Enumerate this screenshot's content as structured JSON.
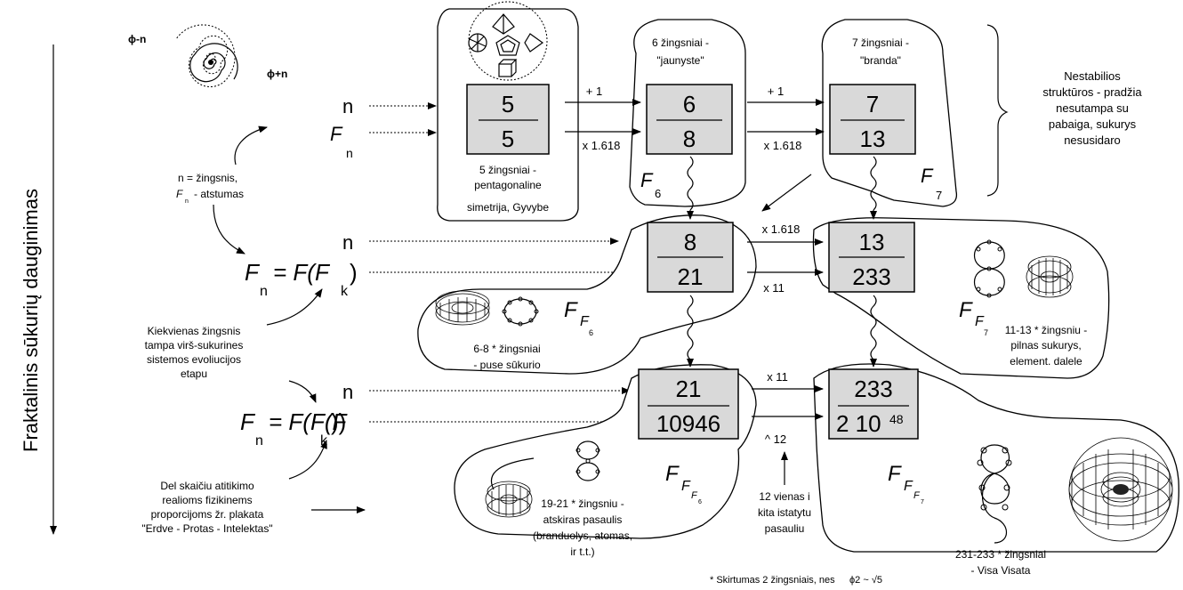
{
  "vertical_label": "Fraktalinis sūkurių dauginimas",
  "spiral": {
    "phi_minus": "ϕ-n",
    "phi_plus": "ϕ+n"
  },
  "rows": {
    "r1": {
      "n": "n",
      "F": "F",
      "sub": "n"
    },
    "r2": {
      "n": "n",
      "F1": "F",
      "sub1": "n",
      "eq": "= F(F",
      "sub2": "k",
      "close": ")"
    },
    "r3": {
      "n": "n",
      "F1": "F",
      "sub1": "n",
      "eq": "= F(F(F",
      "sub2": "k",
      "close": "))"
    }
  },
  "notes": {
    "legend": [
      "n = žingsnis,",
      "- atstumas"
    ],
    "legend_F": "F",
    "legend_F_sub": "n",
    "evolution": [
      "Kiekvienas žingsnis",
      "tampa virš-sukurines",
      "sistemos evoliucijos",
      "etapu"
    ],
    "physics": [
      "Del skaičiu atitikimo",
      "realioms fizikinems",
      "proporcijoms žr. plakata",
      "\"Erdve - Protas - Intelektas\""
    ]
  },
  "boxes": {
    "b5": {
      "top": "5",
      "bottom": "5"
    },
    "b6": {
      "top": "6",
      "bottom": "8"
    },
    "b7": {
      "top": "7",
      "bottom": "13"
    },
    "b8": {
      "top": "8",
      "bottom": "21"
    },
    "b13": {
      "top": "13",
      "bottom": "233"
    },
    "b21": {
      "top": "21",
      "bottom": "10946"
    },
    "b233": {
      "top": "233",
      "bottom_base": "2 10",
      "bottom_exp": "48"
    }
  },
  "labels": {
    "step5": [
      "5 žingsniai -",
      "pentagonaline",
      "simetrija, Gyvybe"
    ],
    "step6": [
      "6 žingsniai -",
      "\"jaunyste\""
    ],
    "step7": [
      "7 žingsniai -",
      "\"branda\""
    ],
    "unstable": [
      "Nestabilios",
      "struktūros - pradžia",
      "nesutampa su",
      "pabaiga, sukurys",
      "nesusidaro"
    ],
    "half": [
      "6-8 * žingsniai",
      "- puse sūkurio"
    ],
    "full": [
      "11-13 * žingsniu -",
      "pilnas sukurys,",
      "element. dalele"
    ],
    "world": [
      "19-21 * žingsniu -",
      "atskiras pasaulis",
      "(branduolys, atomas,",
      "ir t.t.)"
    ],
    "universe": [
      "231-233 * žingsniai",
      "- Visa Visata"
    ],
    "nested": [
      "12 vienas i",
      "kita istatytu",
      "pasauliu"
    ],
    "footnote": "* Skirtumas 2 žingsniais, nes",
    "footnote_formula": "ϕ2 ~ √5"
  },
  "ops": {
    "plus1_a": "+ 1",
    "mult_a": "x 1.618",
    "plus1_b": "+ 1",
    "mult_b": "x 1.618",
    "mult_c": "x 1.618",
    "x11_a": "x 11",
    "x11_b": "x 11",
    "pow12": "^ 12"
  },
  "F_labels": {
    "f6": {
      "F": "F",
      "sub": "6"
    },
    "f7": {
      "F": "F",
      "sub": "7"
    },
    "ff6": {
      "F": "F",
      "sub": "F",
      "subsub": "6"
    },
    "ff7": {
      "F": "F",
      "sub": "F",
      "subsub": "7"
    },
    "fff6": {
      "F": "F",
      "sub": "F",
      "subsub": "F",
      "subsubsub": "6"
    },
    "fff7": {
      "F": "F",
      "sub": "F",
      "subsub": "F",
      "subsubsub": "7"
    }
  }
}
